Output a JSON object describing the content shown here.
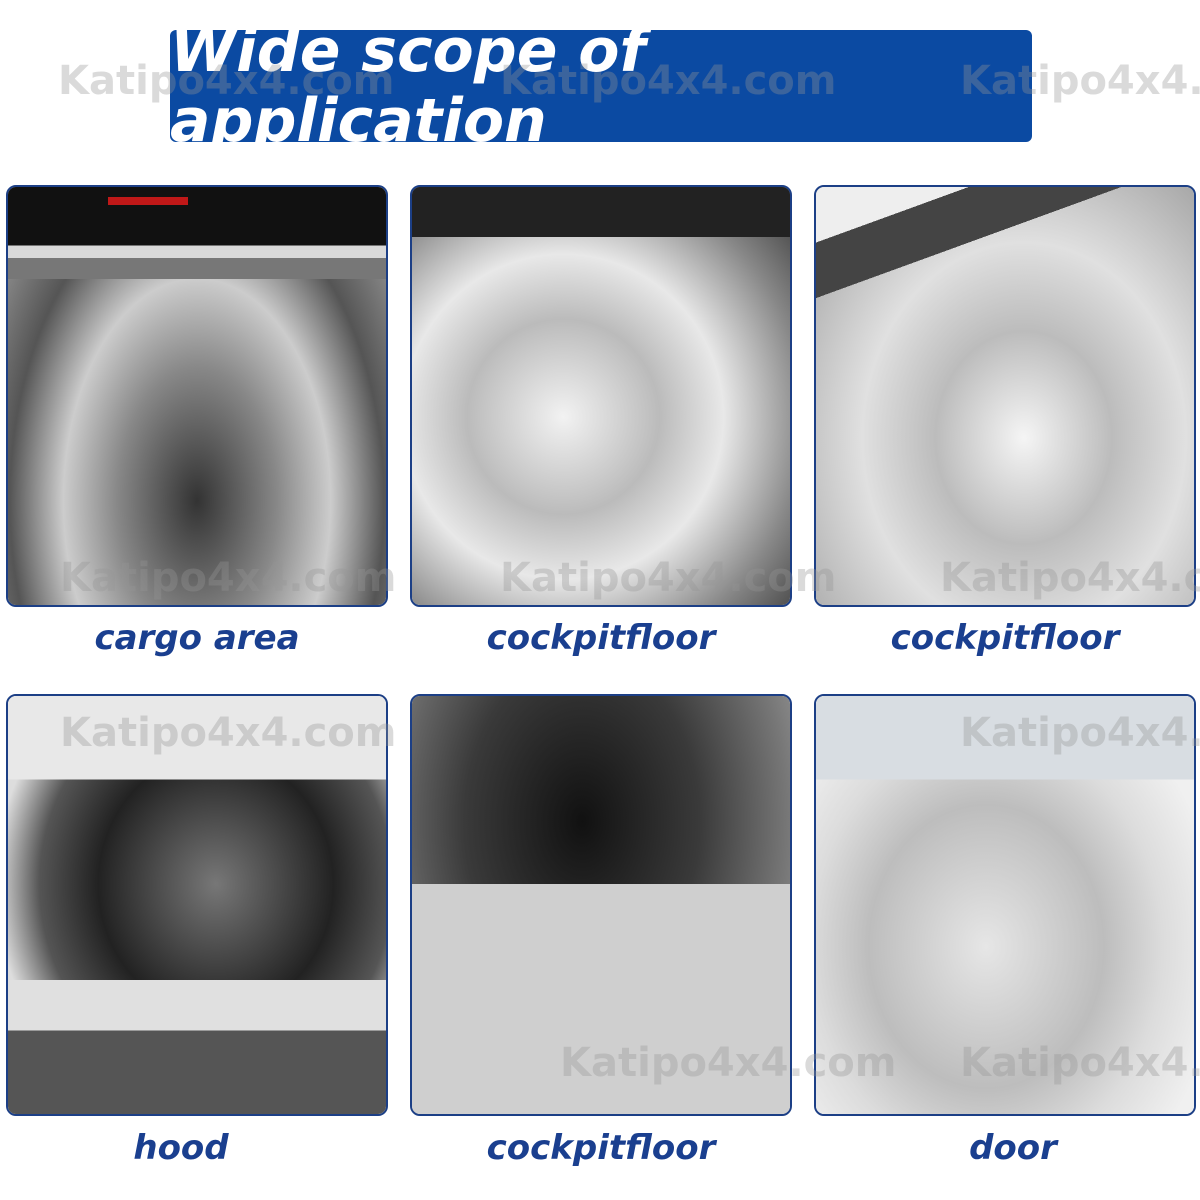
{
  "banner": {
    "title": "Wide scope of application",
    "color": "#0b4aa2"
  },
  "watermark": "Katipo4x4.com",
  "label_color": "#1a3f8f",
  "tiles": [
    {
      "label": "cargo area"
    },
    {
      "label": "cockpitfloor"
    },
    {
      "label": "cockpitfloor"
    },
    {
      "label": "hood"
    },
    {
      "label": "cockpitfloor"
    },
    {
      "label": "door"
    }
  ]
}
